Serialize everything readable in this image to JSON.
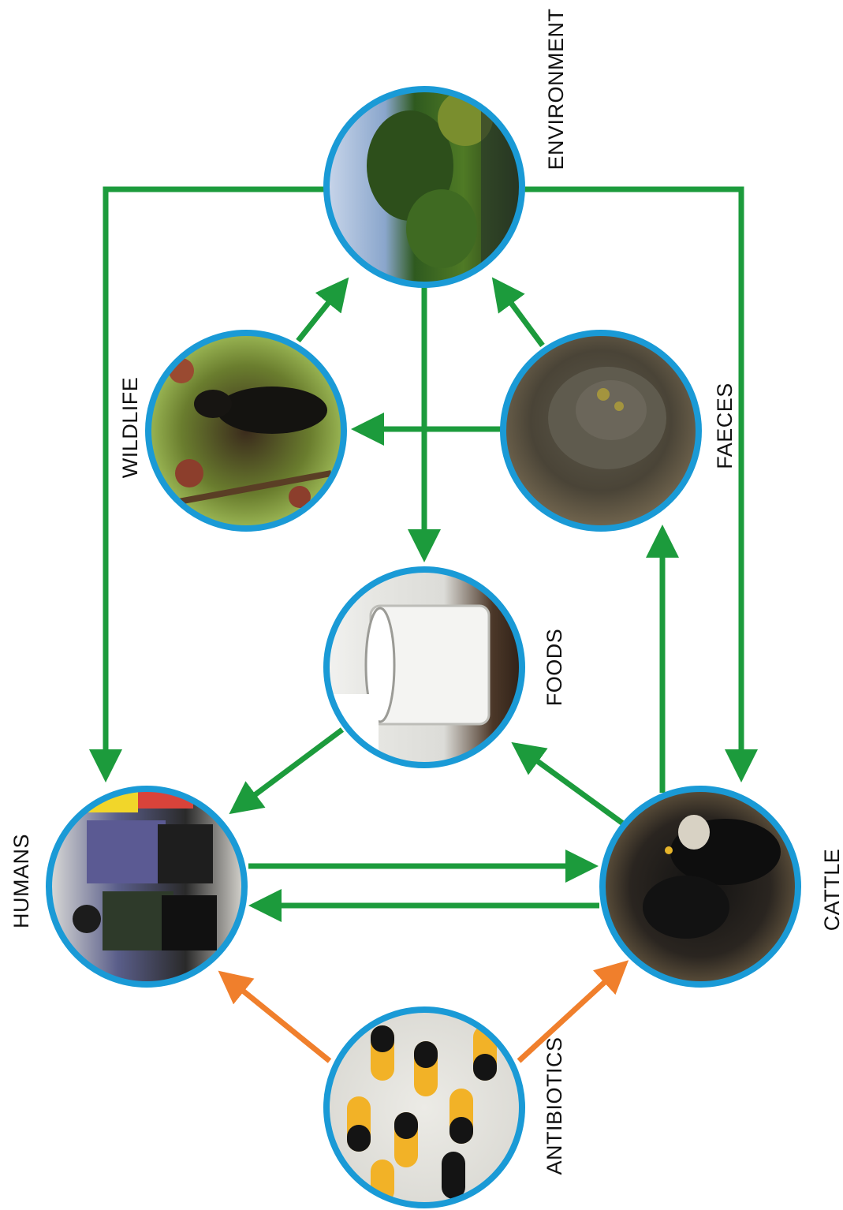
{
  "nodes": {
    "environment": {
      "label": "ENVIRONMENT"
    },
    "wildlife": {
      "label": "WILDLIFE"
    },
    "faeces": {
      "label": "FAECES"
    },
    "foods": {
      "label": "FOODS"
    },
    "humans": {
      "label": "HUMANS"
    },
    "cattle": {
      "label": "CATTLE"
    },
    "antibiotics": {
      "label": "ANTIBIOTICS"
    }
  },
  "colors": {
    "ring": "#1a9ad6",
    "green_arrow": "#1c9b3c",
    "orange_arrow": "#f07f2c",
    "label": "#111111"
  }
}
